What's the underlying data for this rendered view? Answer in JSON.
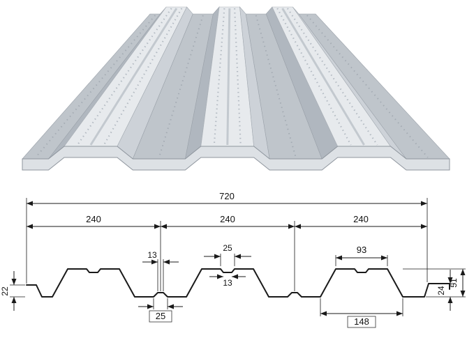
{
  "colors": {
    "bg": "#ffffff",
    "deck_light": "#e7eaed",
    "deck_mid": "#bfc5cb",
    "deck_dark": "#b0b7bf",
    "line_color": "#1a1a1a"
  },
  "drawing": {
    "overall_width": "720",
    "modules": [
      "240",
      "240",
      "240"
    ],
    "top_groove_width": "25",
    "top_groove_inner_width": "13",
    "bottom_groove_top_width": "13",
    "bottom_groove_width": "25",
    "rib_top_width": "93",
    "rib_bottom_width": "148",
    "left_edge_height": "22",
    "right_lip_height": "24",
    "profile_height": "51"
  }
}
